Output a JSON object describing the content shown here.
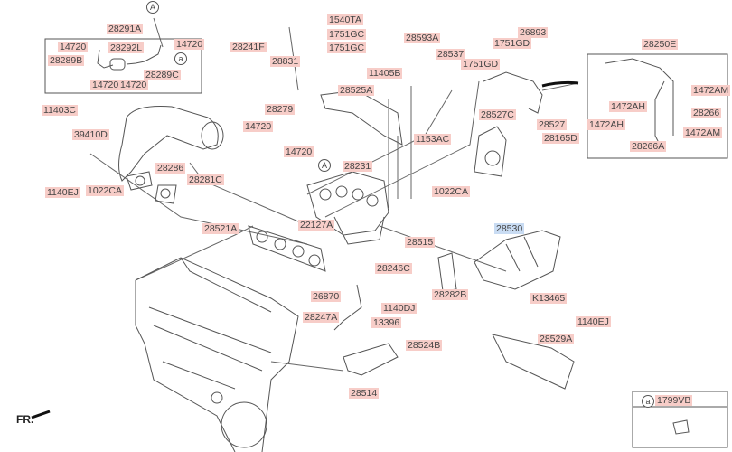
{
  "diagram": {
    "labels": {
      "l28291A": "28291A",
      "l14720a": "14720",
      "l28292L": "28292L",
      "l14720b": "14720",
      "l28289B": "28289B",
      "l28289C": "28289C",
      "l14720c": "14720",
      "l14720d": "14720",
      "l28241F": "28241F",
      "l28831": "28831",
      "l1540TA": "1540TA",
      "l1751GCa": "1751GC",
      "l1751GCb": "1751GC",
      "l11403C": "11403C",
      "l39410D": "39410D",
      "l1140EJa": "1140EJ",
      "l1022CAa": "1022CA",
      "l28286": "28286",
      "l28281C": "28281C",
      "l28279": "28279",
      "l14720e": "14720",
      "l14720f": "14720",
      "l28231": "28231",
      "l28593A": "28593A",
      "l28537": "28537",
      "l11405B": "11405B",
      "l28525A": "28525A",
      "l1751GDa": "1751GD",
      "l1751GDb": "1751GD",
      "l26893": "26893",
      "l28527C": "28527C",
      "l28527": "28527",
      "l28165D": "28165D",
      "l1153AC": "1153AC",
      "l1022CAb": "1022CA",
      "l28250E": "28250E",
      "l1472AMa": "1472AM",
      "l1472AHa": "1472AH",
      "l28266": "28266",
      "l1472AHb": "1472AH",
      "l1472AMb": "1472AM",
      "l28266A": "28266A",
      "l28521A": "28521A",
      "l22127A": "22127A",
      "l28530": "28530",
      "l28515": "28515",
      "l28246C": "28246C",
      "l28282B": "28282B",
      "l26870": "26870",
      "l1140DJ": "1140DJ",
      "l28247A": "28247A",
      "l13396": "13396",
      "lK13465": "K13465",
      "l28524B": "28524B",
      "l1140EJb": "1140EJ",
      "l28529A": "28529A",
      "l28514": "28514",
      "l1799VB": "1799VB"
    },
    "callouts": {
      "A": "A",
      "a": "a"
    },
    "direction": "FR.",
    "selected_color": "#c9dcf3",
    "label_color": "#f7cdc8"
  }
}
